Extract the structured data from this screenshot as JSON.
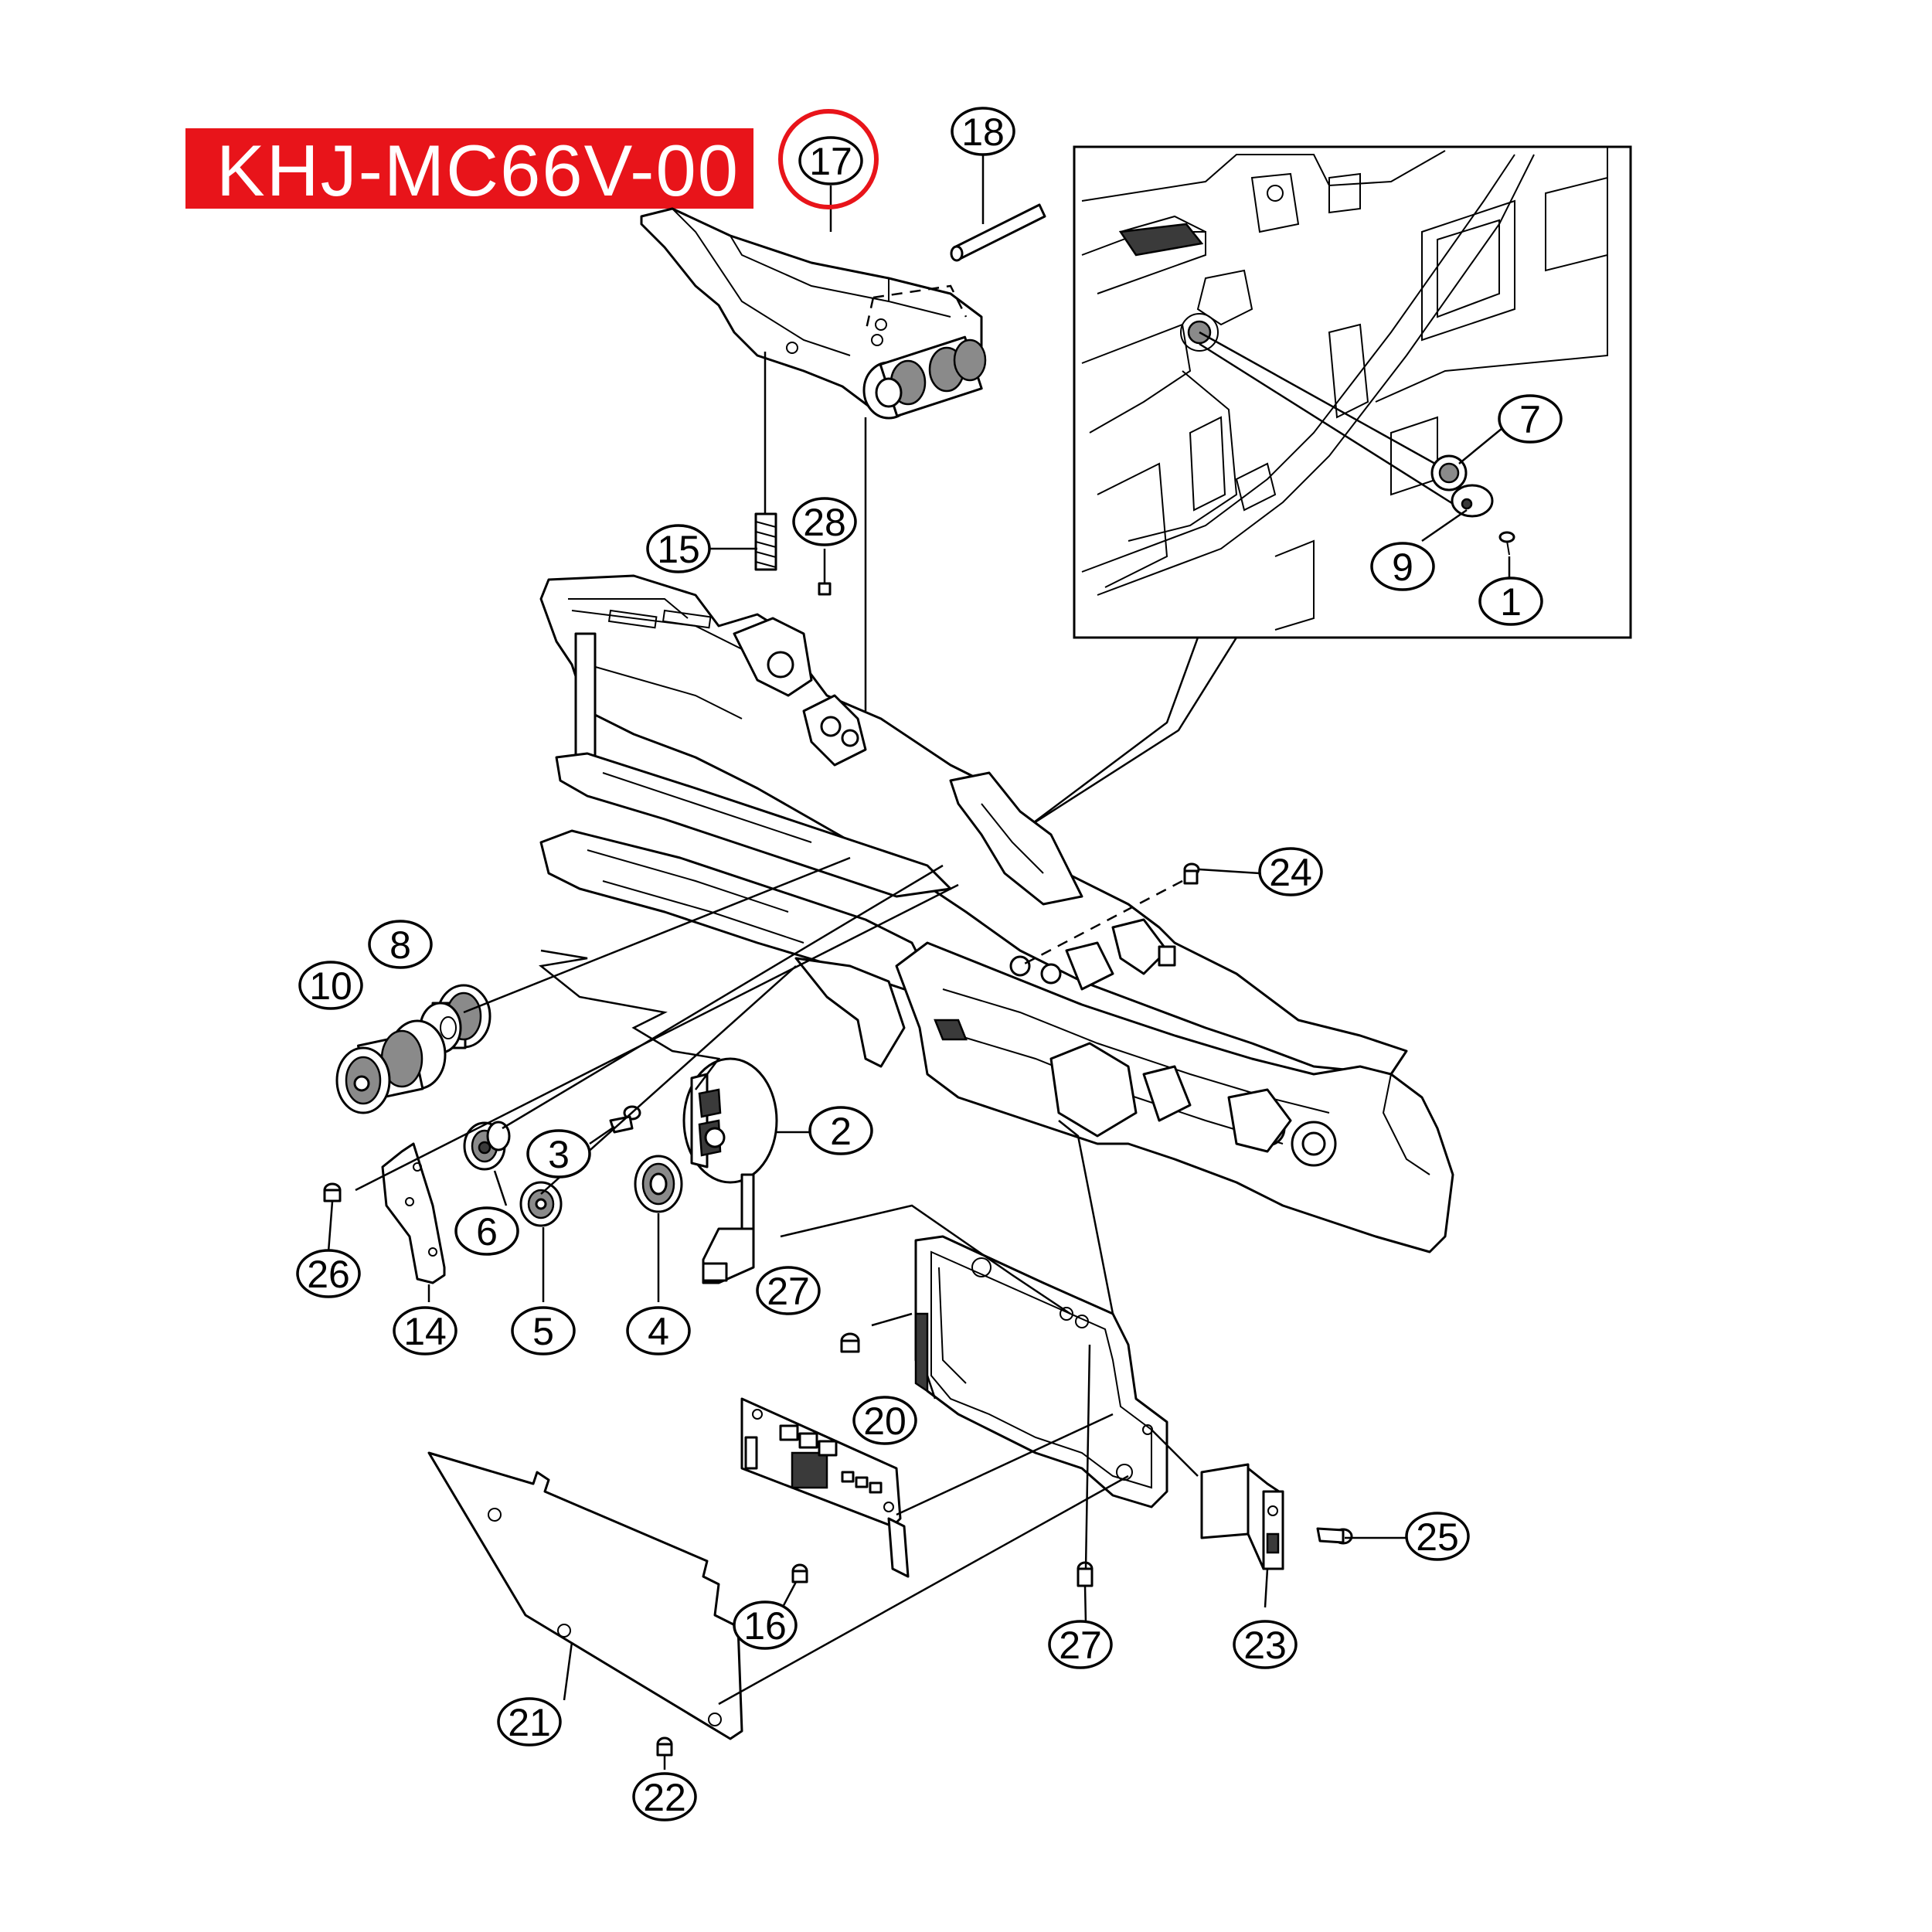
{
  "banner": {
    "text": "KHJ-MC66V-00",
    "color": "#e8141a"
  },
  "highlight": {
    "label": "17",
    "color": "#e8141a"
  },
  "callouts": [
    "18",
    "15",
    "28",
    "7",
    "9",
    "1",
    "24",
    "8",
    "10",
    "2",
    "3",
    "6",
    "26",
    "5",
    "4",
    "14",
    "27",
    "20",
    "25",
    "16",
    "21",
    "22",
    "23"
  ]
}
